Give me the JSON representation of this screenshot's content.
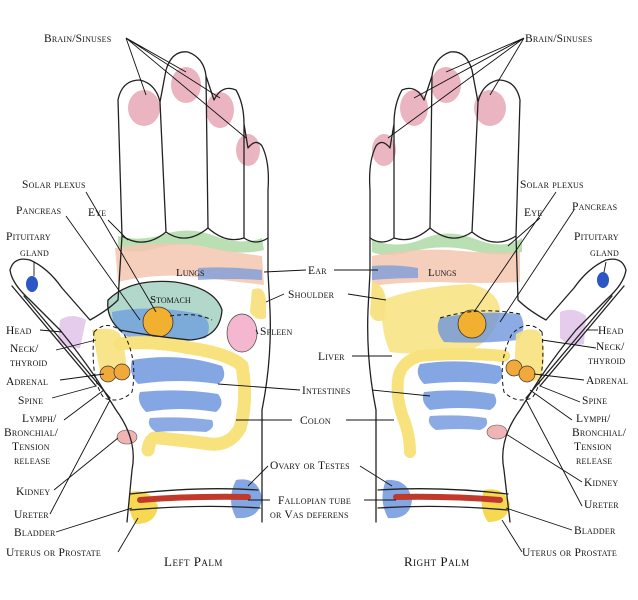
{
  "labels": {
    "brain_sinuses_left": "Brain/Sinuses",
    "brain_sinuses_right": "Brain/Sinuses",
    "solar_plexus_left": "Solar plexus",
    "solar_plexus_right": "Solar plexus",
    "pancreas_left": "Pancreas",
    "pancreas_right": "Pancreas",
    "eye_left": "Eye",
    "eye_right": "Eye",
    "pituitary_left": [
      "Pituitary",
      "gland"
    ],
    "pituitary_right": [
      "Pituitary",
      "gland"
    ],
    "ear": "Ear",
    "shoulder": "Shoulder",
    "spleen": "Spleen",
    "liver": "Liver",
    "intestines": "Intestines",
    "colon": "Colon",
    "ovary_testes": "Ovary or Testes",
    "fallopian": [
      "Fallopian tube",
      "or Vas deferens"
    ],
    "head_left": "Head",
    "head_right": "Head",
    "neck_left": [
      "Neck/",
      "thyroid"
    ],
    "neck_right": [
      "Neck/",
      "thyroid"
    ],
    "adrenal_left": "Adrenal",
    "adrenal_right": "Adrenal",
    "spine_left": "Spine",
    "spine_right": "Spine",
    "lymph_left": [
      "Lymph/",
      "Bronchial/",
      "Tension",
      "release"
    ],
    "lymph_right": [
      "Lymph/",
      "Bronchial/",
      "Tension",
      "release"
    ],
    "kidney_left": "Kidney",
    "kidney_right": "Kidney",
    "ureter_left": "Ureter",
    "ureter_right": "Ureter",
    "bladder_left": "Bladder",
    "bladder_right": "Bladder",
    "uterus_left": "Uterus or Prostate",
    "uterus_right": "Uterus or Prostate",
    "lungs_left": "Lungs",
    "lungs_right": "Lungs",
    "stomach": "Stomach"
  },
  "captions": {
    "left": "Left Palm",
    "right": "Right Palm"
  },
  "colors": {
    "brain": "#e7a9b6",
    "lungs": "#f3c7b0",
    "eye_ear_band": "#a9c9e6",
    "stomach_green": "#a9d4c4",
    "pancreas_blue": "#6f9fdc",
    "solar_plexus": "#f2b030",
    "yellow": "#f7e27e",
    "spleen": "#f4b7cf",
    "adrenal": "#f2a93b",
    "blue": "#6f96dd",
    "kidney_pink": "#f0b4b4",
    "ureter_red": "#c0392b",
    "pituitary": "#2a56c6",
    "green": "#a7d7a0",
    "lilac": "#e3c6ea"
  }
}
